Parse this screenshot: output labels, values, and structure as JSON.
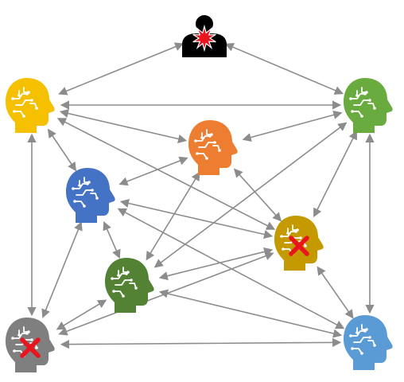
{
  "diagram": {
    "background": "#ffffff",
    "arrow_color": "#8c8c8c",
    "brain_line_color": "#ffffff",
    "fail_mark_color": "#e8141e",
    "nodes": [
      {
        "id": "person",
        "kind": "person",
        "icon": "injured-person-icon",
        "color": "#000000",
        "burst_color": "#e8141e"
      },
      {
        "id": "yellow",
        "kind": "head",
        "icon": "brain-head-icon",
        "color": "#f5c000",
        "facing": "right",
        "failed": false
      },
      {
        "id": "green-light",
        "kind": "head",
        "icon": "brain-head-icon",
        "color": "#6aab3f",
        "facing": "right",
        "failed": false
      },
      {
        "id": "orange",
        "kind": "head",
        "icon": "brain-head-icon",
        "color": "#ed7d31",
        "facing": "right",
        "failed": false
      },
      {
        "id": "blue-dark",
        "kind": "head",
        "icon": "brain-head-icon",
        "color": "#4472c4",
        "facing": "right",
        "failed": false
      },
      {
        "id": "gold",
        "kind": "head",
        "icon": "brain-head-icon",
        "color": "#c49a00",
        "facing": "right",
        "failed": true
      },
      {
        "id": "green-dark",
        "kind": "head",
        "icon": "brain-head-icon",
        "color": "#548235",
        "facing": "right",
        "failed": false
      },
      {
        "id": "gray",
        "kind": "head",
        "icon": "brain-head-icon",
        "color": "#7f7f7f",
        "facing": "right",
        "failed": true
      },
      {
        "id": "blue-light",
        "kind": "head",
        "icon": "brain-head-icon",
        "color": "#5b9bd5",
        "facing": "right",
        "failed": false
      }
    ],
    "links": [
      [
        "person",
        "yellow"
      ],
      [
        "person",
        "green-light"
      ],
      [
        "yellow",
        "green-light"
      ],
      [
        "yellow",
        "orange"
      ],
      [
        "yellow",
        "blue-dark"
      ],
      [
        "yellow",
        "gold"
      ],
      [
        "yellow",
        "gray"
      ],
      [
        "green-light",
        "orange"
      ],
      [
        "green-light",
        "gold"
      ],
      [
        "green-light",
        "green-dark"
      ],
      [
        "green-light",
        "blue-light"
      ],
      [
        "orange",
        "blue-dark"
      ],
      [
        "orange",
        "gold"
      ],
      [
        "orange",
        "green-dark"
      ],
      [
        "blue-dark",
        "gold"
      ],
      [
        "blue-dark",
        "green-dark"
      ],
      [
        "blue-dark",
        "gray"
      ],
      [
        "blue-dark",
        "blue-light"
      ],
      [
        "gold",
        "green-dark"
      ],
      [
        "gold",
        "gray"
      ],
      [
        "gold",
        "blue-light"
      ],
      [
        "green-dark",
        "gray"
      ],
      [
        "green-dark",
        "blue-light"
      ],
      [
        "gray",
        "blue-light"
      ]
    ]
  }
}
